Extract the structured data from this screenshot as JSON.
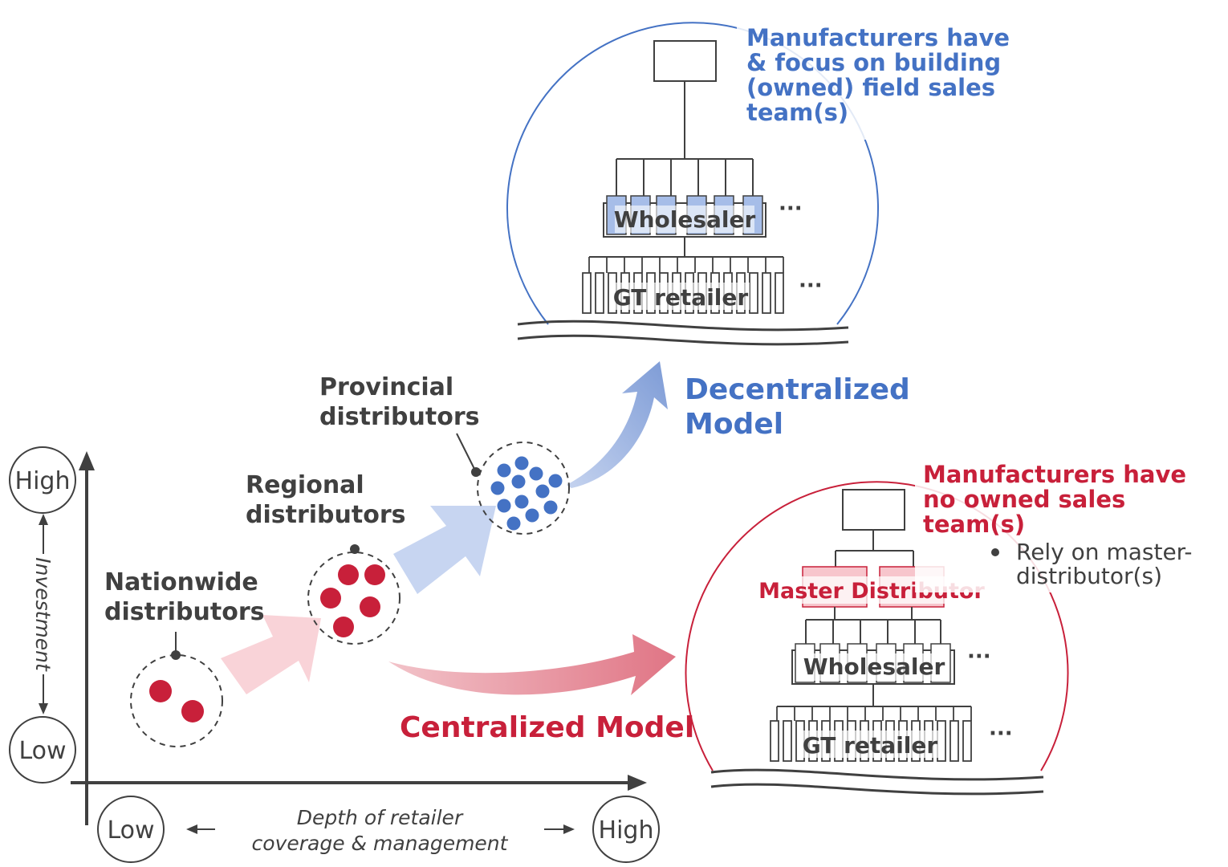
{
  "axes": {
    "y_high": "High",
    "y_low": "Low",
    "y_label": "Investment",
    "x_low": "Low",
    "x_high": "High",
    "x_label_line1": "Depth of retailer",
    "x_label_line2": "coverage & management"
  },
  "stages": {
    "nationwide_line1": "Nationwide",
    "nationwide_line2": "distributors",
    "regional_line1": "Regional",
    "regional_line2": "distributors",
    "provincial_line1": "Provincial",
    "provincial_line2": "distributors"
  },
  "decentralized": {
    "title_line1": "Decentralized",
    "title_line2": "Model",
    "desc_line1": "Manufacturers have",
    "desc_line2": "& focus on building",
    "desc_line3": "(owned) field sales",
    "desc_line4": "team(s)",
    "wholesaler": "Wholesaler",
    "retailer": "GT retailer",
    "ellipsis1": "···",
    "ellipsis2": "···"
  },
  "centralized": {
    "title": "Centralized Model",
    "desc_line1": "Manufacturers have",
    "desc_line2": "no owned sales",
    "desc_line3": "team(s)",
    "bullet_line1": "Rely on master-",
    "bullet_line2": "distributor(s)",
    "master": "Master Distributor",
    "wholesaler": "Wholesaler",
    "retailer": "GT retailer",
    "ellipsis1": "···",
    "ellipsis2": "···"
  },
  "colors": {
    "blue": "#4472c4",
    "red": "#c8203a",
    "dark_text": "#404040"
  }
}
